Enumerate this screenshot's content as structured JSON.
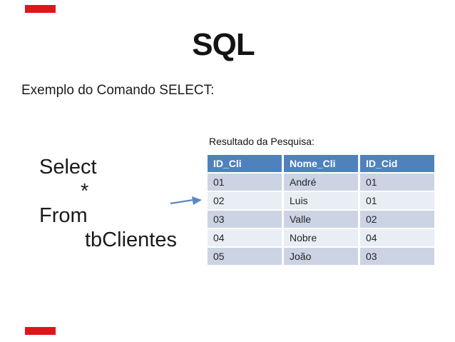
{
  "slide": {
    "title": "SQL",
    "subtitle": "Exemplo do Comando SELECT:",
    "decor": {
      "accent_color": "#e0151b"
    },
    "code": {
      "lines": [
        {
          "text": "Select",
          "indent": 0
        },
        {
          "text": "*",
          "indent": 58
        },
        {
          "text": "From",
          "indent": 0
        },
        {
          "text": "tbClientes",
          "indent": 64
        }
      ]
    },
    "arrow": {
      "name": "right-arrow",
      "color": "#5b87c0"
    },
    "result": {
      "label": "Resultado da Pesquisa:",
      "table": {
        "header_bg": "#4f81bd",
        "row_odd_bg": "#ccd3e4",
        "row_even_bg": "#e9edf4",
        "columns": [
          "ID_Cli",
          "Nome_Cli",
          "ID_Cid"
        ],
        "rows": [
          [
            "01",
            "André",
            "01"
          ],
          [
            "02",
            "Luis",
            "01"
          ],
          [
            "03",
            "Valle",
            "02"
          ],
          [
            "04",
            "Nobre",
            "04"
          ],
          [
            "05",
            "João",
            "03"
          ]
        ]
      }
    }
  }
}
